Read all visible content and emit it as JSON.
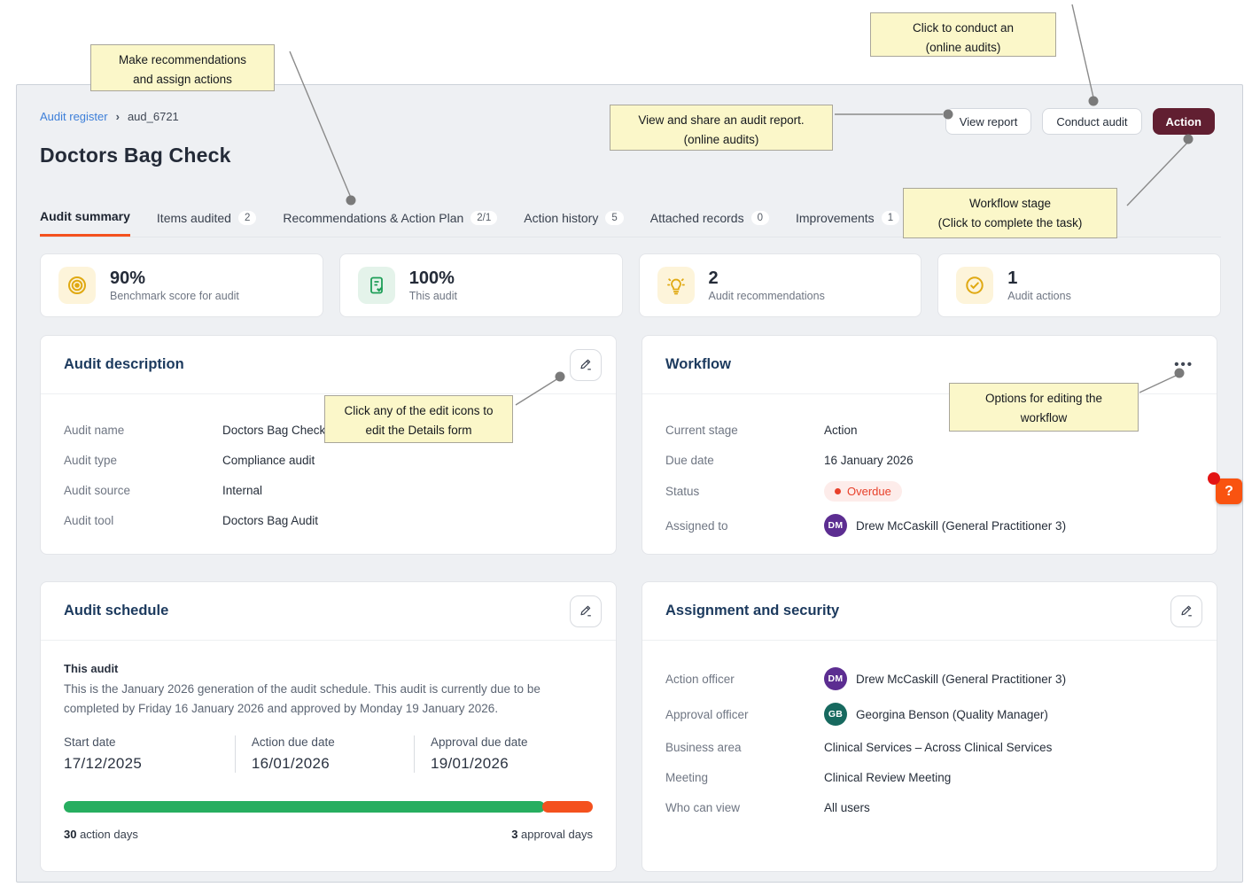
{
  "breadcrumb": {
    "root": "Audit register",
    "separator": "›",
    "current": "aud_6721"
  },
  "header": {
    "title": "Doctors Bag Check",
    "view_report_label": "View report",
    "conduct_audit_label": "Conduct audit",
    "action_label": "Action"
  },
  "tabs": {
    "items": [
      {
        "label": "Audit summary",
        "badge": ""
      },
      {
        "label": "Items audited",
        "badge": "2"
      },
      {
        "label": "Recommendations & Action Plan",
        "badge": "2/1"
      },
      {
        "label": "Action history",
        "badge": "5"
      },
      {
        "label": "Attached records",
        "badge": "0"
      },
      {
        "label": "Improvements",
        "badge": "1"
      }
    ]
  },
  "stats": {
    "items": [
      {
        "value": "90%",
        "label": "Benchmark score for audit",
        "icon": "target-icon"
      },
      {
        "value": "100%",
        "label": "This audit",
        "icon": "document-check-icon"
      },
      {
        "value": "2",
        "label": "Audit recommendations",
        "icon": "lightbulb-icon"
      },
      {
        "value": "1",
        "label": "Audit actions",
        "icon": "check-circle-icon"
      }
    ]
  },
  "audit_description": {
    "title": "Audit description",
    "rows": [
      {
        "label": "Audit name",
        "value": "Doctors Bag Check"
      },
      {
        "label": "Audit type",
        "value": "Compliance audit"
      },
      {
        "label": "Audit source",
        "value": "Internal"
      },
      {
        "label": "Audit tool",
        "value": "Doctors Bag Audit"
      }
    ]
  },
  "workflow": {
    "title": "Workflow",
    "menu_glyph": "•••",
    "rows": [
      {
        "label": "Current stage",
        "value": "Action"
      },
      {
        "label": "Due date",
        "value": "16 January 2026"
      },
      {
        "label": "Status",
        "value": "Overdue"
      },
      {
        "label": "Assigned to",
        "value": "Drew McCaskill (General Practitioner 3)",
        "initials": "DM"
      }
    ]
  },
  "audit_schedule": {
    "title": "Audit schedule",
    "subtitle": "This audit",
    "description": "This is the January 2026 generation of the audit schedule. This audit is currently due to be completed by Friday 16 January 2026 and approved by Monday 19 January 2026.",
    "dates": [
      {
        "label": "Start date",
        "value": "17/12/2025"
      },
      {
        "label": "Action due date",
        "value": "16/01/2026"
      },
      {
        "label": "Approval due date",
        "value": "19/01/2026"
      }
    ],
    "action_days_value": "30",
    "action_days_label": " action days",
    "approval_days_value": "3",
    "approval_days_label": " approval days"
  },
  "assignment": {
    "title": "Assignment and security",
    "rows": [
      {
        "label": "Action officer",
        "value": "Drew McCaskill (General Practitioner 3)",
        "initials": "DM"
      },
      {
        "label": "Approval officer",
        "value": "Georgina Benson (Quality Manager)",
        "initials": "GB"
      },
      {
        "label": "Business area",
        "value": "Clinical Services – Across Clinical Services"
      },
      {
        "label": "Meeting",
        "value": "Clinical Review Meeting"
      },
      {
        "label": "Who can view",
        "value": "All users"
      }
    ]
  },
  "callouts": [
    {
      "line1": "Make recommendations",
      "line2": "and assign actions"
    },
    {
      "line1": "Click to conduct an",
      "line2": "(online audits)"
    },
    {
      "line1": "View and share an audit report.",
      "line2": "(online audits)"
    },
    {
      "line1": "Workflow stage",
      "line2": "(Click to complete the task)"
    },
    {
      "line1": "Click any of the edit icons to",
      "line2": "edit the Details form"
    },
    {
      "line1": "Options for editing the",
      "line2": "workflow"
    }
  ],
  "help": {
    "label": "?"
  },
  "colors": {
    "accent_orange": "#f4511e",
    "action_button_maroon": "#611f31",
    "progress_green": "#27ae60",
    "progress_orange": "#f4511e",
    "overdue_red": "#e8402a",
    "avatar_purple": "#5c2d91",
    "avatar_teal": "#17695f",
    "callout_yellow": "#fbf7c9",
    "link_blue": "#3d7fd9",
    "help_orange": "#f95310"
  }
}
